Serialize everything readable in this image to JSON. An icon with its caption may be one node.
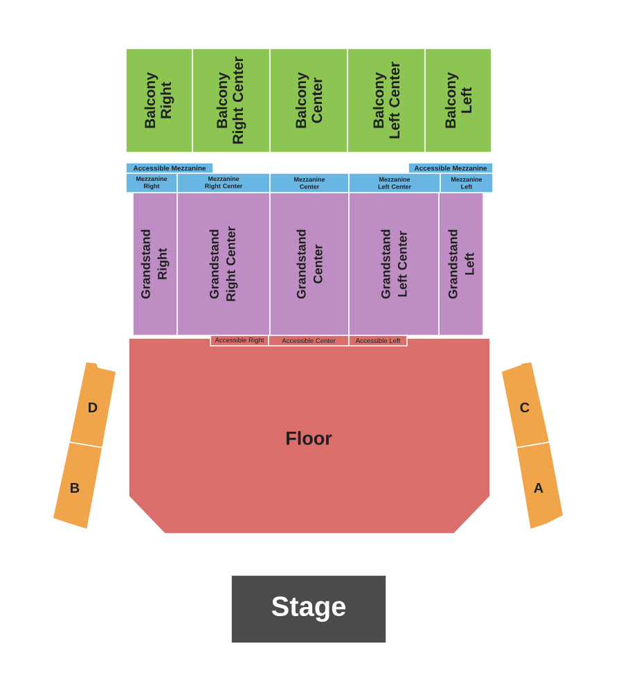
{
  "diagram": {
    "nodes": [
      {
        "text": [
          "Balcony Right"
        ]
      },
      {
        "text": [
          "Balcony Right Center"
        ]
      },
      {
        "text": [
          "Balcony Center"
        ]
      },
      {
        "text": [
          "Balcony Left Center"
        ]
      },
      {
        "text": [
          "Balcony Left"
        ]
      },
      {
        "text": [
          "Accessible Mezzanine"
        ]
      },
      {
        "text": [
          "Accessible Mezzanine"
        ]
      },
      {
        "text": [
          "Mezzanine Right"
        ]
      },
      {
        "text": [
          "Mezzanine Right Center"
        ]
      },
      {
        "text": [
          "Mezzanine Center"
        ]
      },
      {
        "text": [
          "Mezzanine Left Center"
        ]
      },
      {
        "text": [
          "Mezzanine Left"
        ]
      },
      {
        "text": [
          "Grandstand Right"
        ]
      },
      {
        "text": [
          "Grandstand Right Center"
        ]
      },
      {
        "text": [
          "Grandstand Center"
        ]
      },
      {
        "text": [
          "Grandstand Left Center"
        ]
      },
      {
        "text": [
          "Grandstand Left"
        ]
      },
      {
        "text": [
          "Accessible Right"
        ]
      },
      {
        "text": [
          "Accessible Center"
        ]
      },
      {
        "text": [
          "Accessible Left"
        ]
      },
      {
        "text": [
          "Floor"
        ]
      },
      {
        "text": [
          "D"
        ]
      },
      {
        "text": [
          "B"
        ]
      },
      {
        "text": [
          "C"
        ]
      },
      {
        "text": [
          "A"
        ]
      },
      {
        "text": [
          "Stage"
        ]
      }
    ]
  }
}
